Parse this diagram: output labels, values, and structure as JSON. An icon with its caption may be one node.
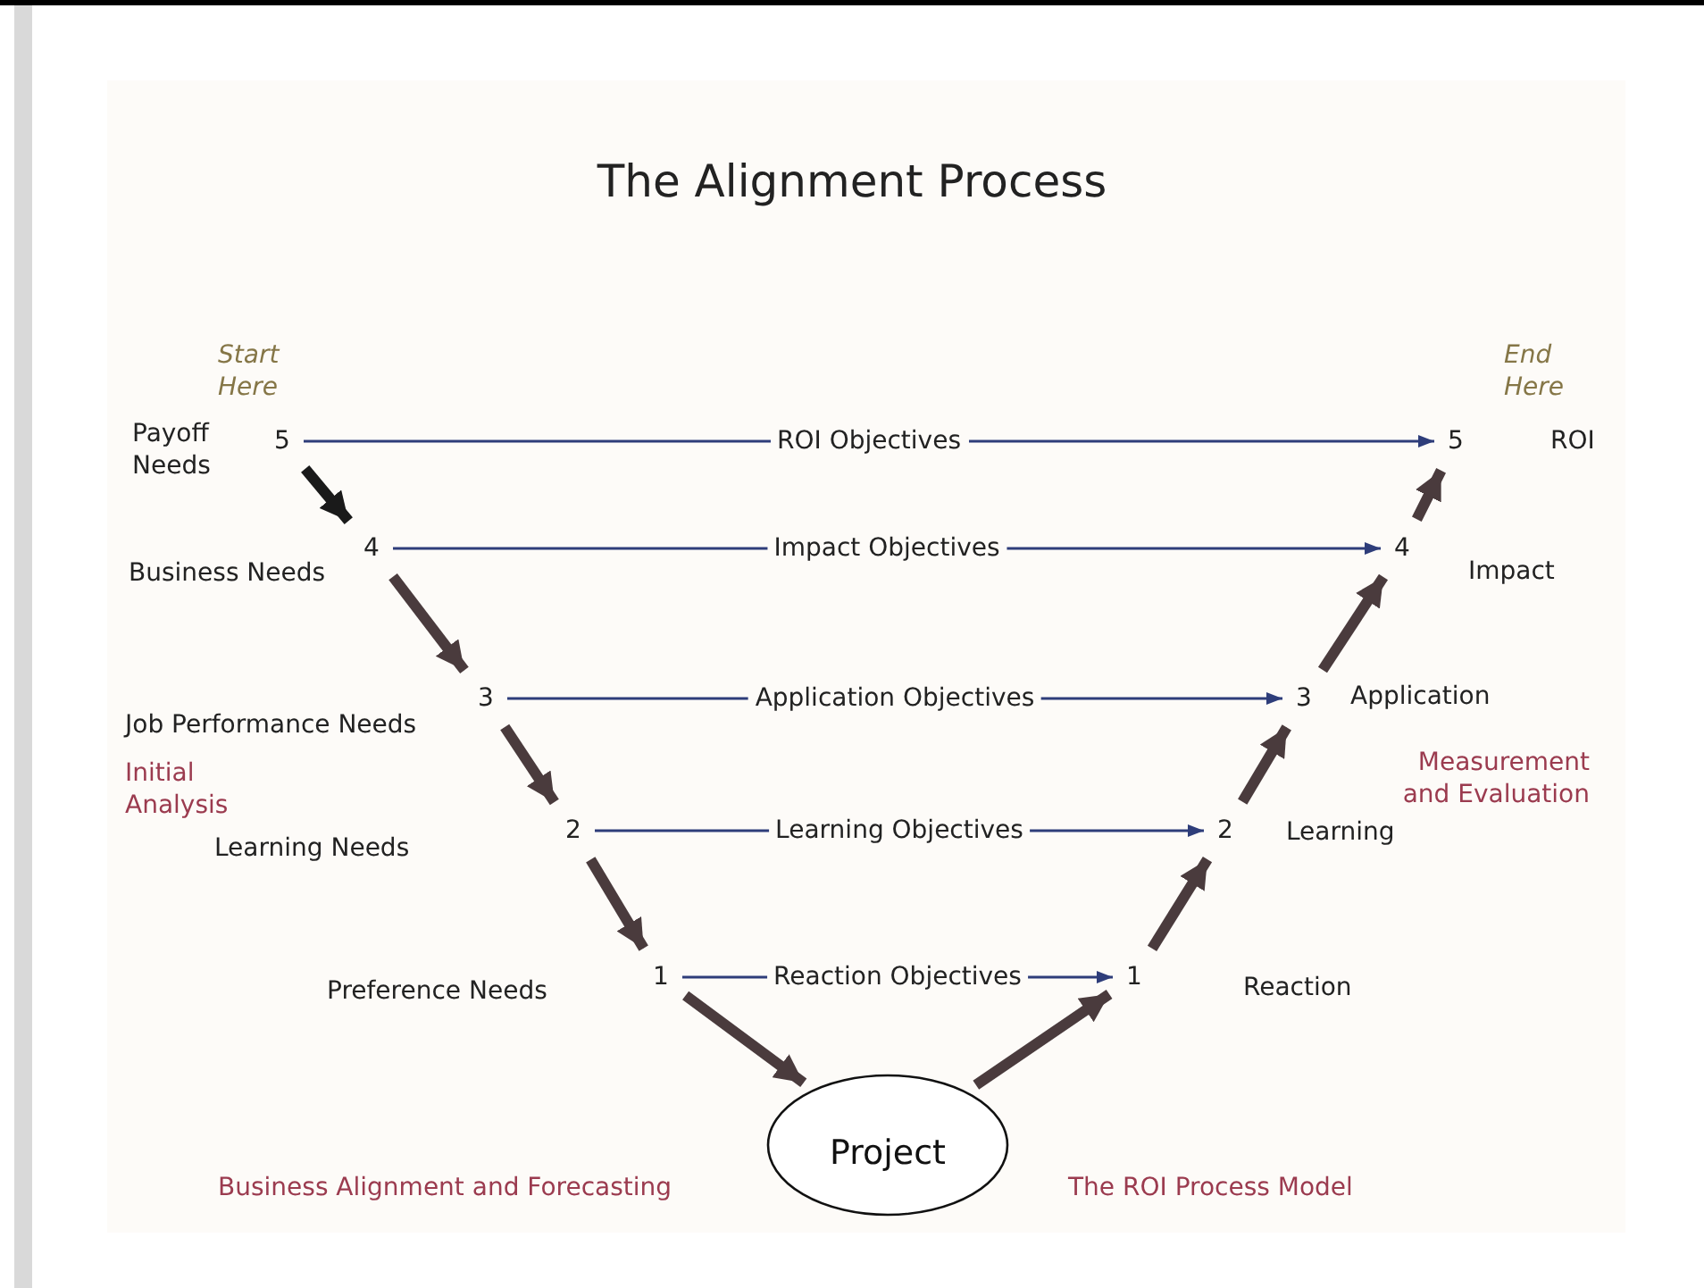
{
  "diagram": {
    "title": "The Alignment Process",
    "nodes": [
      {
        "text": [
          "5"
        ],
        "beside": [
          "Payoff Needs"
        ]
      },
      {
        "text": [
          "4"
        ],
        "beside": [
          "Business Needs"
        ]
      },
      {
        "text": [
          "3"
        ],
        "beside": [
          "Job Performance Needs"
        ]
      },
      {
        "text": [
          "2"
        ]
      },
      {
        "text": [
          "1"
        ]
      },
      {
        "text": [
          "5"
        ],
        "beside": [
          "ROI"
        ]
      },
      {
        "text": [
          "4"
        ],
        "beside": [
          "Impact"
        ]
      },
      {
        "text": [
          "3"
        ],
        "beside": [
          "Application"
        ]
      },
      {
        "text": [
          "2"
        ],
        "beside": [
          "Learning"
        ]
      },
      {
        "text": [
          "1"
        ]
      },
      {
        "text": [
          "Project"
        ]
      }
    ],
    "edges": [
      {
        "from": 0,
        "to": 5,
        "arrow": "to",
        "label": "ROI Objectives",
        "color": "#2e3d7a"
      },
      {
        "from": 1,
        "to": 6,
        "arrow": "to",
        "label": "Impact Objectives",
        "color": "#2e3d7a"
      },
      {
        "from": 2,
        "to": 7,
        "arrow": "to",
        "label": "Application Objectives",
        "color": "#2e3d7a"
      },
      {
        "from": 3,
        "to": 8,
        "arrow": "to",
        "label": "Learning Objectives",
        "color": "#2e3d7a"
      },
      {
        "from": 4,
        "to": 9,
        "arrow": "to",
        "label": "Reaction Objectives",
        "color": "#2e3d7a"
      },
      {
        "from": 0,
        "to": 1,
        "arrow": "to",
        "color": "#1a1a1a"
      },
      {
        "from": 1,
        "to": 2,
        "arrow": "to"
      },
      {
        "from": 2,
        "to": 3,
        "arrow": "to"
      },
      {
        "from": 3,
        "to": 4,
        "arrow": "to"
      },
      {
        "from": 4,
        "to": 10,
        "arrow": "to"
      },
      {
        "from": 10,
        "to": 9,
        "arrow": "to"
      },
      {
        "from": 9,
        "to": 8,
        "arrow": "to"
      },
      {
        "from": 8,
        "to": 7,
        "arrow": "to"
      },
      {
        "from": 7,
        "to": 6,
        "arrow": "to"
      },
      {
        "from": 6,
        "to": 5,
        "arrow": "to"
      }
    ],
    "labels": [
      "Start Here",
      "End Here",
      "Initial Analysis",
      "Learning  Needs",
      "Measurement and Evaluation",
      "Preference Needs",
      "Reaction",
      "Business Alignment and Forecasting",
      "The ROI Process Model"
    ]
  }
}
